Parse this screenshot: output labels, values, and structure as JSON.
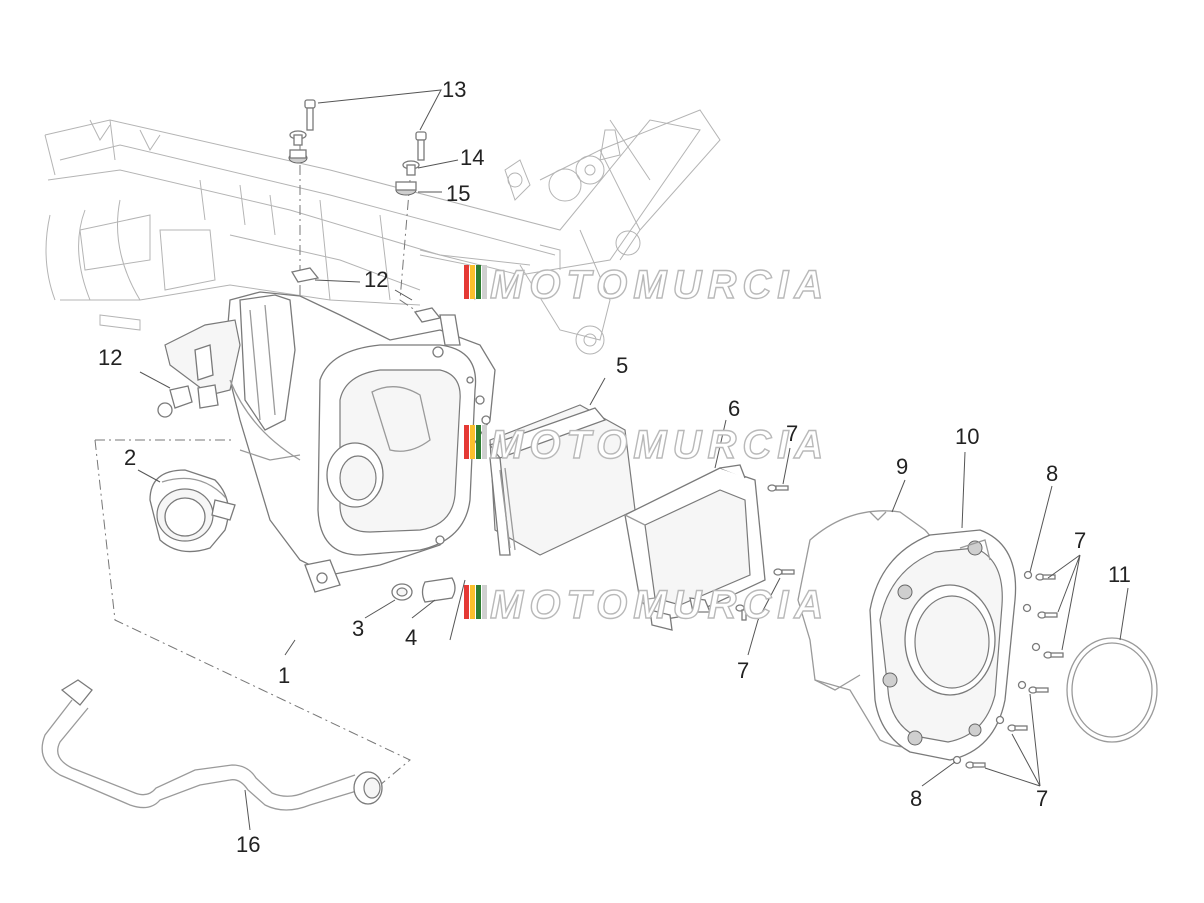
{
  "diagram": {
    "callouts": [
      {
        "id": "c13",
        "label": "13"
      },
      {
        "id": "c14",
        "label": "14"
      },
      {
        "id": "c15",
        "label": "15"
      },
      {
        "id": "c12a",
        "label": "12"
      },
      {
        "id": "c12b",
        "label": "12"
      },
      {
        "id": "c5",
        "label": "5"
      },
      {
        "id": "c6",
        "label": "6"
      },
      {
        "id": "c7a",
        "label": "7"
      },
      {
        "id": "c10",
        "label": "10"
      },
      {
        "id": "c9",
        "label": "9"
      },
      {
        "id": "c8a",
        "label": "8"
      },
      {
        "id": "c7b",
        "label": "7"
      },
      {
        "id": "c11",
        "label": "11"
      },
      {
        "id": "c2",
        "label": "2"
      },
      {
        "id": "c3",
        "label": "3"
      },
      {
        "id": "c4",
        "label": "4"
      },
      {
        "id": "c1",
        "label": "1"
      },
      {
        "id": "c7c",
        "label": "7"
      },
      {
        "id": "c8b",
        "label": "8"
      },
      {
        "id": "c7d",
        "label": "7"
      },
      {
        "id": "c16",
        "label": "16"
      }
    ],
    "watermark": {
      "text": "MOTOMURCIA",
      "stripe_colors": [
        "#e53935",
        "#fbc02d",
        "#2e7d32",
        "#d0d0d0"
      ]
    }
  }
}
